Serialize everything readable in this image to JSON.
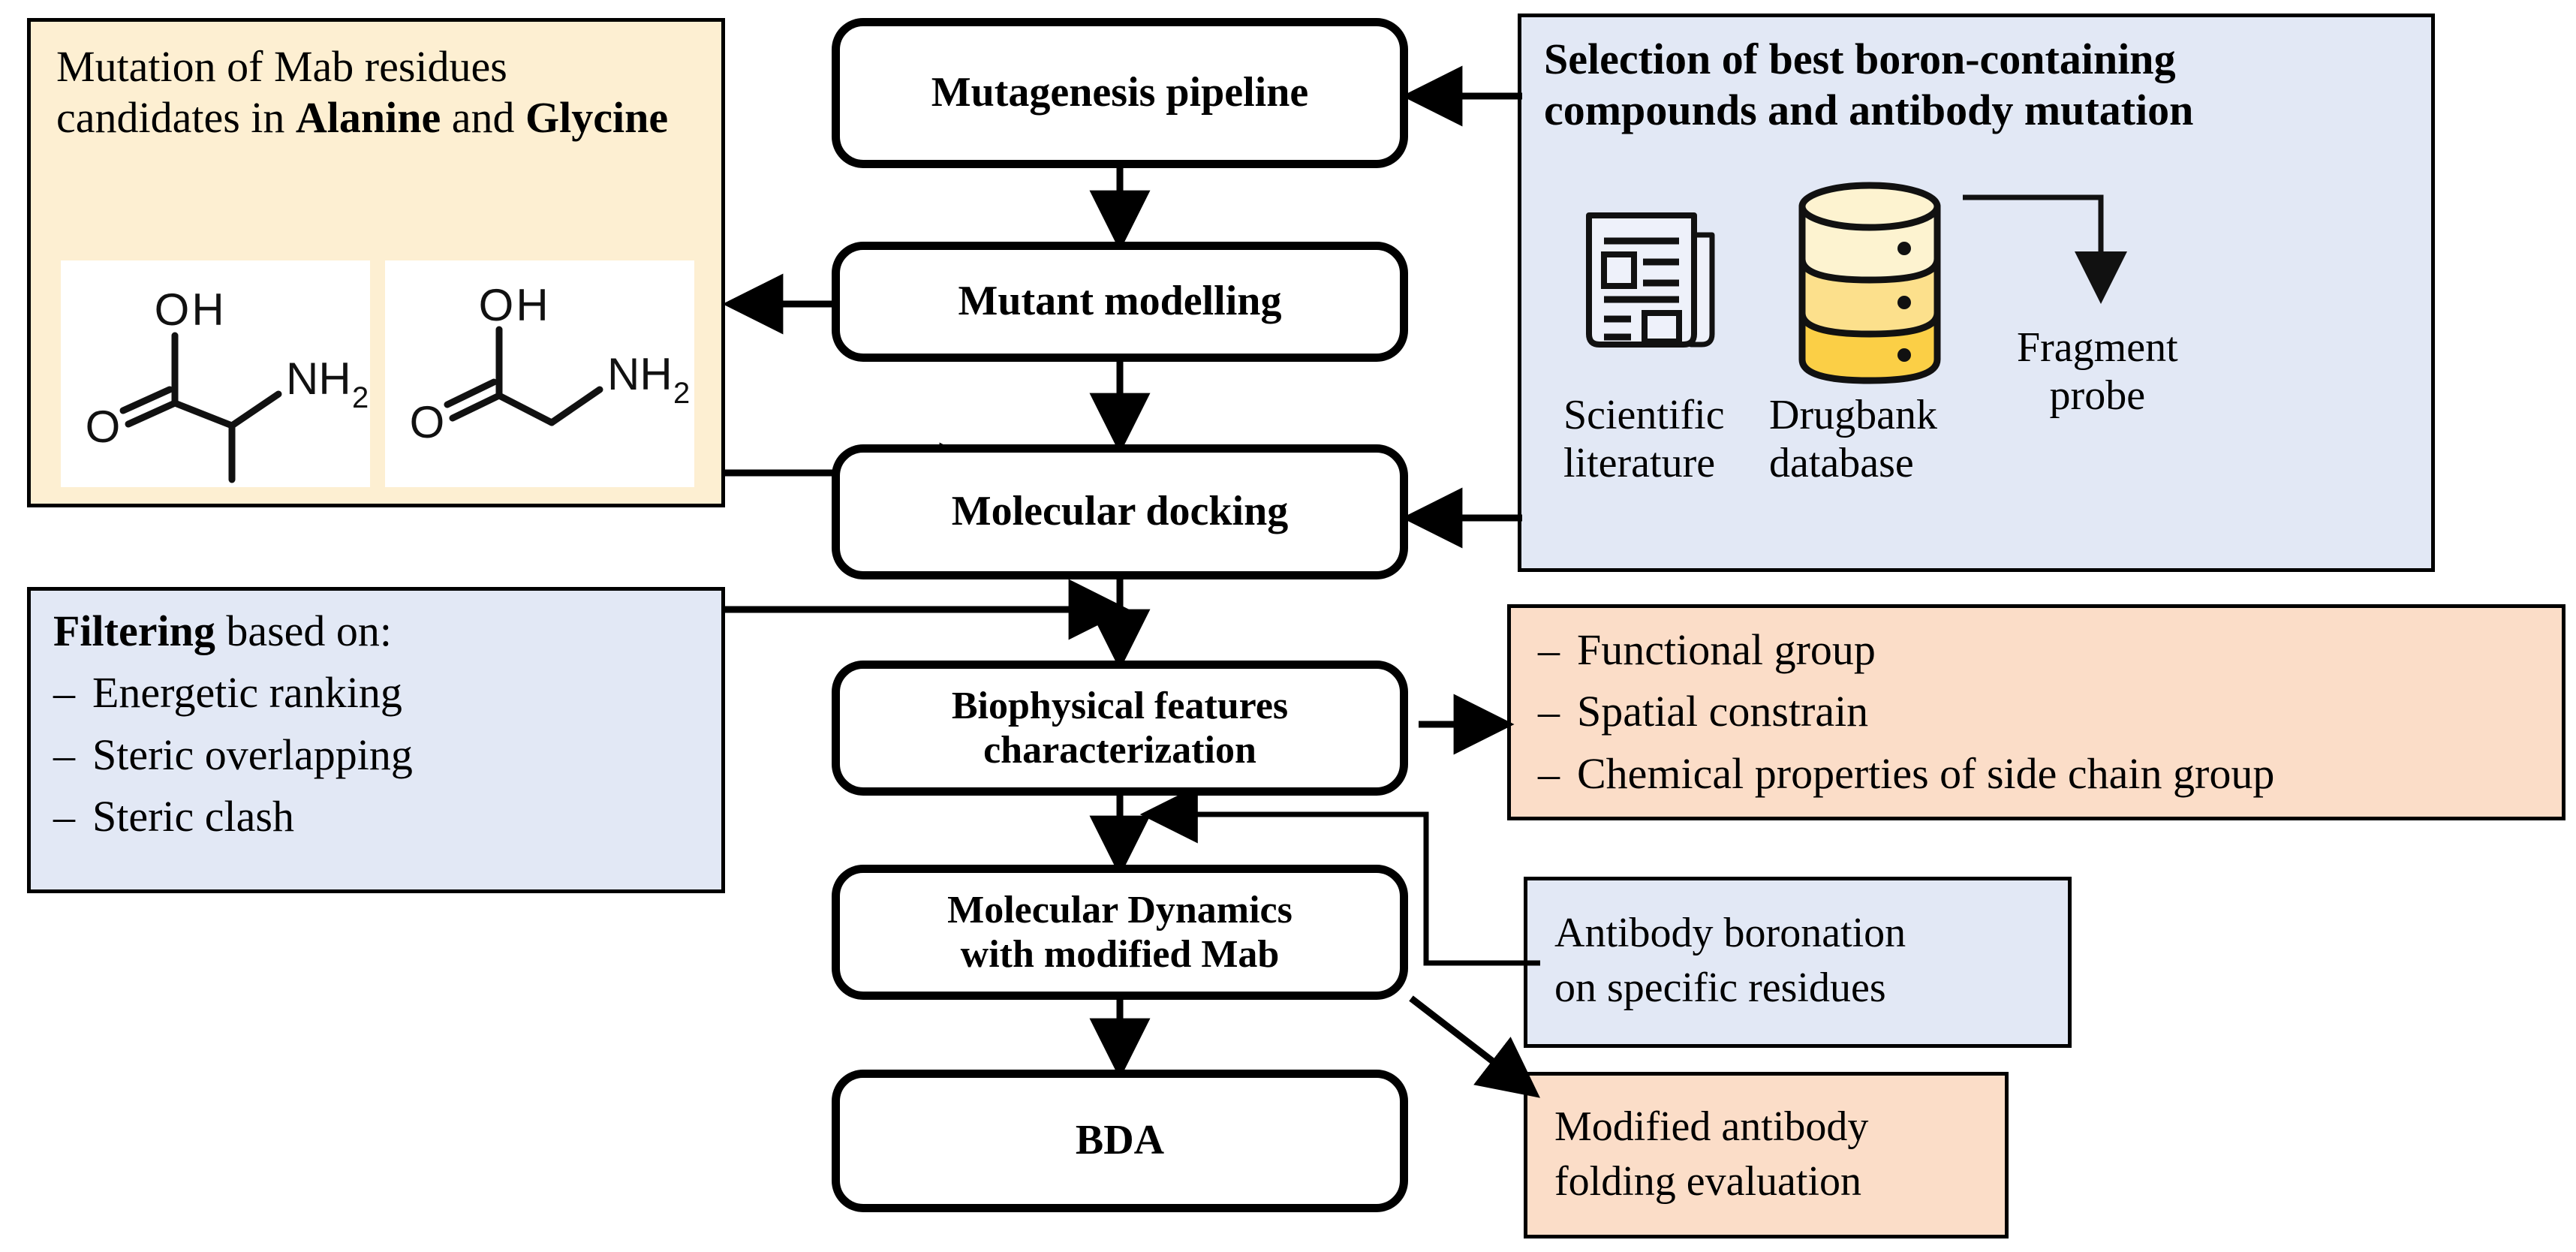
{
  "diagram": {
    "title": "Antibody boronation computational pipeline",
    "colors": {
      "cream": "#FDEFD2",
      "blue": "#E2E8F5",
      "peach": "#FBDDC8",
      "stroke": "#000000",
      "db_top": "#FDF3D0",
      "db_mid": "#FCE08C",
      "db_bot": "#FBCF46"
    }
  },
  "pipeline": {
    "steps": [
      {
        "id": "mutagenesis",
        "label": "Mutagenesis pipeline"
      },
      {
        "id": "mutant-modelling",
        "label": "Mutant modelling"
      },
      {
        "id": "molecular-docking",
        "label": "Molecular docking"
      },
      {
        "id": "biophysical",
        "label_line1": "Biophysical features",
        "label_line2": "characterization"
      },
      {
        "id": "molecular-dynamics",
        "label_line1": "Molecular Dynamics",
        "label_line2": "with modified Mab"
      },
      {
        "id": "bda",
        "label": "BDA"
      }
    ]
  },
  "mutation_panel": {
    "text_part1": "Mutation of Mab residues candidates in ",
    "text_alanine": "Alanine",
    "text_and": " and ",
    "text_glycine": "Glycine",
    "structures": [
      {
        "name": "alanine",
        "labels": [
          "OH",
          "O",
          "NH",
          "2"
        ]
      },
      {
        "name": "glycine",
        "labels": [
          "OH",
          "O",
          "NH",
          "2"
        ]
      }
    ]
  },
  "selection_panel": {
    "title_line1": "Selection of best boron-containing",
    "title_line2": "compounds and antibody mutation",
    "sources": [
      {
        "icon": "newspaper-icon",
        "label_line1": "Scientific",
        "label_line2": "literature"
      },
      {
        "icon": "database-icon",
        "label_line1": "Drugbank",
        "label_line2": "database"
      }
    ],
    "probe": {
      "label_line1": "Fragment",
      "label_line2": "probe"
    }
  },
  "filtering_panel": {
    "heading_bold": "Filtering",
    "heading_rest": " based on:",
    "items": [
      "Energetic ranking",
      "Steric overlapping",
      "Steric clash"
    ],
    "dash": "–"
  },
  "features_panel": {
    "items": [
      "Functional group",
      "Spatial constrain",
      "Chemical properties of side chain group"
    ],
    "dash": "–"
  },
  "boronation_panel": {
    "line1": "Antibody  boronation",
    "line2": "on specific residues"
  },
  "folding_panel": {
    "line1": "Modified antibody",
    "line2": "folding evaluation"
  }
}
